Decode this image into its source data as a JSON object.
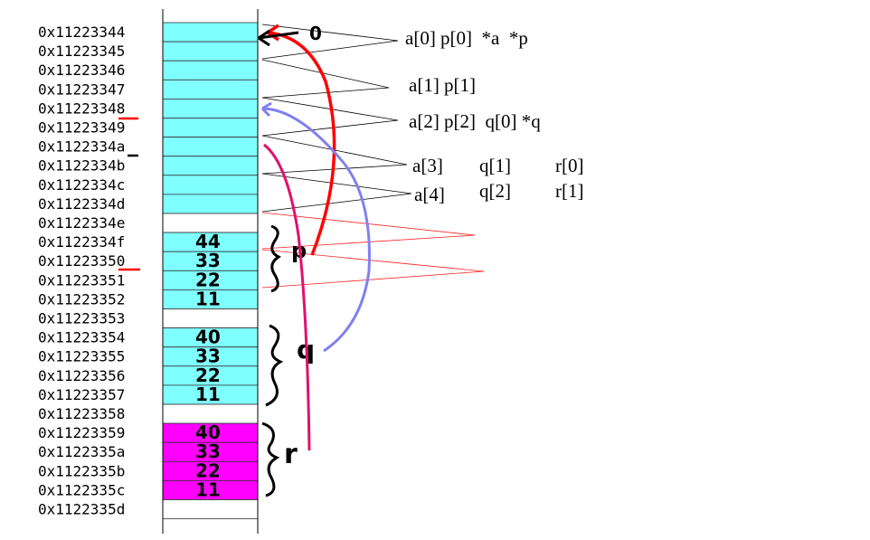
{
  "colors": {
    "cyan": "#80ffff",
    "magenta": "#ff00ff",
    "white": "#ffffff",
    "red_arrow": "#ff0000",
    "blue_arrow": "#8080f0",
    "pink_arrow": "#e0106e"
  },
  "addresses": [
    "0x11223344",
    "0x11223345",
    "0x11223346",
    "0x11223347",
    "0x11223348",
    "0x11223349",
    "0x1122334a",
    "0x1122334b",
    "0x1122334c",
    "0x1122334d",
    "0x1122334e",
    "0x1122334f",
    "0x11223350",
    "0x11223351",
    "0x11223352",
    "0x11223353",
    "0x11223354",
    "0x11223355",
    "0x11223356",
    "0x11223357",
    "0x11223358",
    "0x11223359",
    "0x1122335a",
    "0x1122335b",
    "0x1122335c",
    "0x1122335d"
  ],
  "cell_fill": [
    "cyan",
    "cyan",
    "cyan",
    "cyan",
    "cyan",
    "cyan",
    "cyan",
    "cyan",
    "cyan",
    "cyan",
    "white",
    "cyan",
    "cyan",
    "cyan",
    "cyan",
    "white",
    "cyan",
    "cyan",
    "cyan",
    "cyan",
    "white",
    "magenta",
    "magenta",
    "magenta",
    "magenta",
    "white"
  ],
  "labels": {
    "row0": "a[0] p[0]  *a  *p",
    "row1": "a[1] p[1]",
    "row2": "a[2] p[2]  q[0] *q",
    "row3a": "a[3]",
    "row3b": "q[1]",
    "row3c": "r[0]",
    "row4a": "a[4]",
    "row4b": "q[2]",
    "row4c": "r[1]"
  },
  "handwritten": {
    "group_p": [
      "44",
      "33",
      "22",
      "11"
    ],
    "group_q": [
      "40",
      "33",
      "22",
      "11"
    ],
    "group_r": [
      "40",
      "33",
      "22",
      "11"
    ],
    "p_label": "p",
    "q_label": "q",
    "r_label": "r",
    "top_value": "0"
  }
}
